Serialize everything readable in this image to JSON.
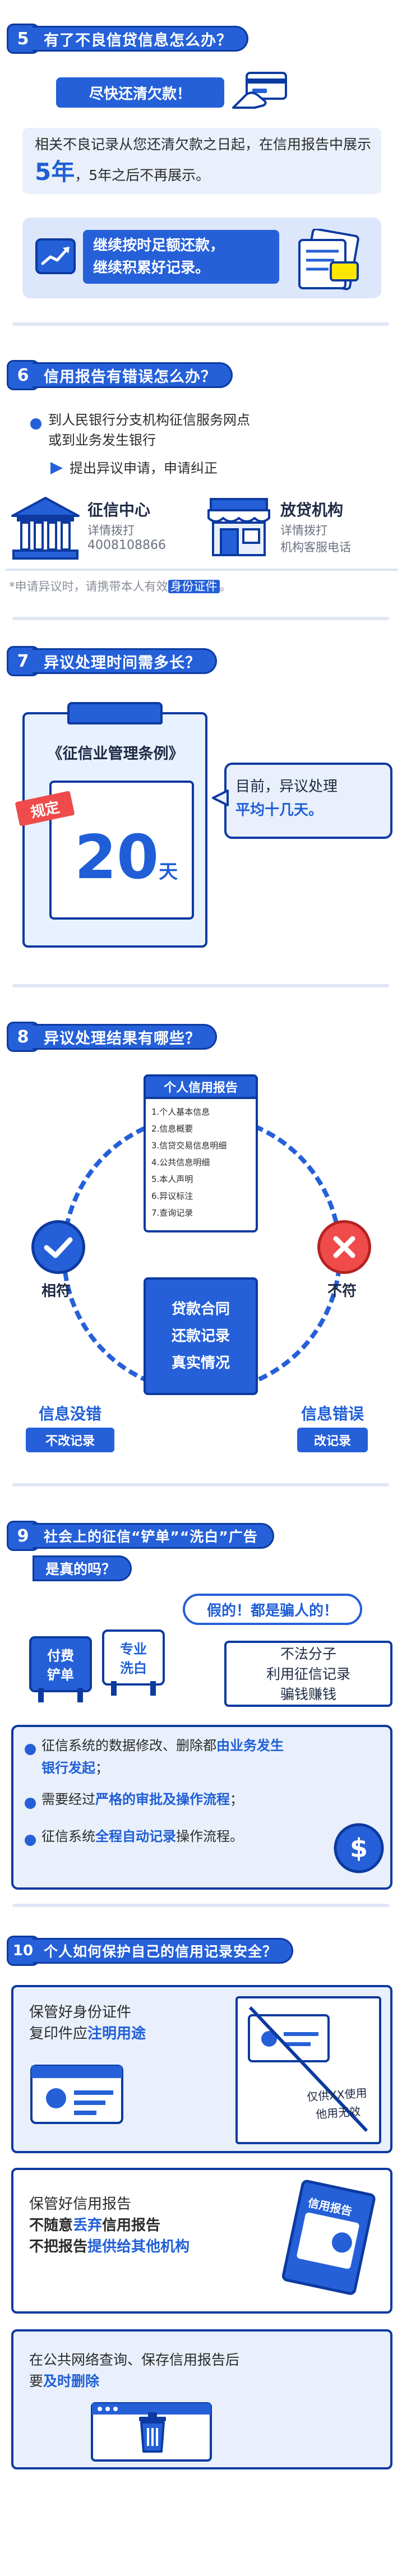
{
  "colors": {
    "primary": "#2560d8",
    "dark_blue": "#0c3aa0",
    "light_blue": "#e9f0fb",
    "yellow": "#ffe600",
    "red": "#ef4b4b",
    "text": "#2b2b2b"
  },
  "s5": {
    "num": "5",
    "title": "有了不良信贷信息怎么办？",
    "badge": "尽快还清欠款！",
    "body_prefix": "相关不良记录从您还清欠款之日起，在信用报告中展示",
    "body_years": "5年",
    "body_suffix": "，5年之后不再展示。",
    "tip_line1": "继续按时足额还款，",
    "tip_line2": "继续积累好记录。"
  },
  "s6": {
    "num": "6",
    "title": "信用报告有错误怎么办？",
    "item1_line1": "到人民银行分支机构征信服务网点",
    "item1_line2": "或到业务发生银行",
    "item2": "提出异议申请，申请纠正",
    "center_name": "征信中心",
    "center_sub1": "详情拨打",
    "center_phone": "4008108866",
    "bank_name": "放贷机构",
    "bank_sub1": "详情拨打",
    "bank_sub2": "机构客服电话",
    "note_prefix": "*申请异议时，请携带本人有效",
    "note_highlight": "身份证件",
    "note_suffix": "。"
  },
  "s7": {
    "num": "7",
    "title": "异议处理时间需多长？",
    "book": "《征信业管理条例》",
    "ribbon": "规定",
    "days_num": "20",
    "days_unit": "天",
    "bubble_line1": "目前，异议处理",
    "bubble_line2": "平均十几天。"
  },
  "s8": {
    "num": "8",
    "title": "异议处理结果有哪些？",
    "report_title": "个人信用报告",
    "report_items": [
      "1.个人基本信息",
      "2.信息概要",
      "3.信贷交易信息明细",
      "4.公共信息明细",
      "5.本人声明",
      "6.异议标注",
      "7.查询记录"
    ],
    "left_label": "相符",
    "right_label": "不符",
    "center_line1": "贷款合同",
    "center_line2": "还款记录",
    "center_line3": "真实情况",
    "left_result1": "信息没错",
    "left_result2": "不改记录",
    "right_result1": "信息错误",
    "right_result2": "改记录"
  },
  "s9": {
    "num": "9",
    "title_line1": "社会上的征信“铲单”“洗白”广告",
    "title_line2": "是真的吗？",
    "bubble": "假的！都是骗人的！",
    "sign1_line1": "付费",
    "sign1_line2": "铲单",
    "sign2_line1": "专业",
    "sign2_line2": "洗白",
    "scam_line1": "不法分子",
    "scam_line2": "利用征信记录",
    "scam_line3": "骗钱赚钱",
    "bullet1_prefix": "征信系统的数据修改、删除都",
    "bullet1_highlight": "由业务发生",
    "bullet1_line2": "银行发起",
    "bullet1_end": "；",
    "bullet2_prefix": "需要经过",
    "bullet2_highlight": "严格的审批及操作流程",
    "bullet2_end": "；",
    "bullet3_prefix": "征信系统",
    "bullet3_highlight": "全程自动记录",
    "bullet3_end": "操作流程。"
  },
  "s10": {
    "num": "10",
    "title": "个人如何保护自己的信用记录安全？",
    "card1_line1": "保管好身份证件",
    "card1_line2_prefix": "复印件应",
    "card1_line2_highlight": "注明用途",
    "stamp_line1": "仅供XX使用",
    "stamp_line2": "他用无效",
    "card2_line1": "保管好信用报告",
    "card2_line2_prefix": "不随意",
    "card2_line2_highlight": "丢弃",
    "card2_line2_suffix": "信用报告",
    "card2_line3_prefix": "不把报告",
    "card2_line3_highlight": "提供给其他机构",
    "report_label": "信用报告",
    "card3_line1": "在公共网络查询、保存信用报告后",
    "card3_line2_prefix": "要",
    "card3_line2_highlight": "及时删除"
  }
}
